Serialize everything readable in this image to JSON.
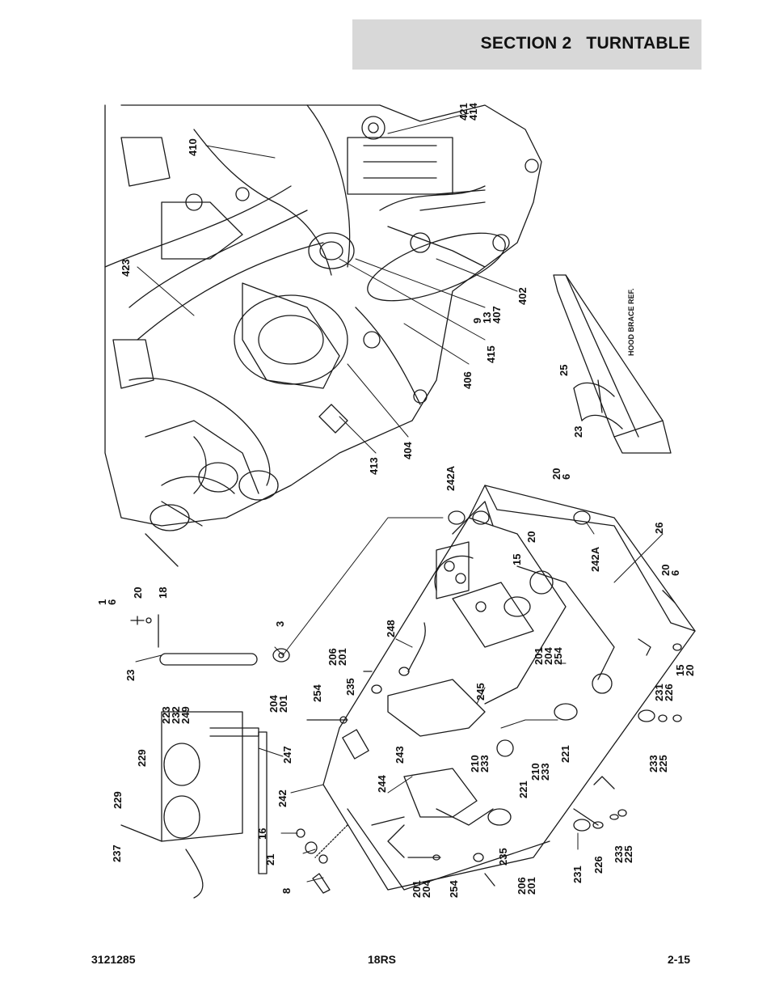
{
  "header": {
    "title": "SECTION 2   TURNTABLE"
  },
  "callouts": {
    "c410": "410",
    "c421_414": "421\n414",
    "c423": "423",
    "c9_13_407": "9\n13\n407",
    "c402": "402",
    "c415": "415",
    "c406": "406",
    "c404": "404",
    "c413": "413",
    "c242a_top": "242A",
    "c20_6_top": "20\n6",
    "c25": "25",
    "c23_brace": "23",
    "c_hood": "HOOD BRACE REF.",
    "c1_6": "1\n6",
    "c20_left": "20",
    "c18": "18",
    "c23_left": "23",
    "c3": "3",
    "c248": "248",
    "c206_201_top": "206\n201",
    "c204_201_left": "204\n201",
    "c254_left": "254",
    "c235_top": "235",
    "c15_top": "15",
    "c20_mid": "20",
    "c242a_right": "242A",
    "c26": "26",
    "c20_6_right": "20\n6",
    "c201_204_254": "201\n204\n254",
    "c245": "245",
    "c231_226": "231\n226",
    "c15_20_right": "15\n20",
    "c243": "243",
    "c223_232_249": "223\n232\n249",
    "c229_top": "229",
    "c229_bot": "229",
    "c247": "247",
    "c242": "242",
    "c244": "244",
    "c210_233_top": "210\n233",
    "c221_top": "221",
    "c210_233_bot": "210\n233",
    "c221_bot": "221",
    "c233_225_right": "233\n225",
    "c237": "237",
    "c16": "16",
    "c21": "21",
    "c8": "8",
    "c201_204_bot": "201\n204",
    "c254_bot": "254",
    "c235_bot": "235",
    "c206_201_bot": "206\n201",
    "c231_bot": "231",
    "c226_bot": "226",
    "c233_225_bot": "233\n225"
  },
  "footer": {
    "doc_number": "3121285",
    "model": "18RS",
    "page": "2-15"
  }
}
